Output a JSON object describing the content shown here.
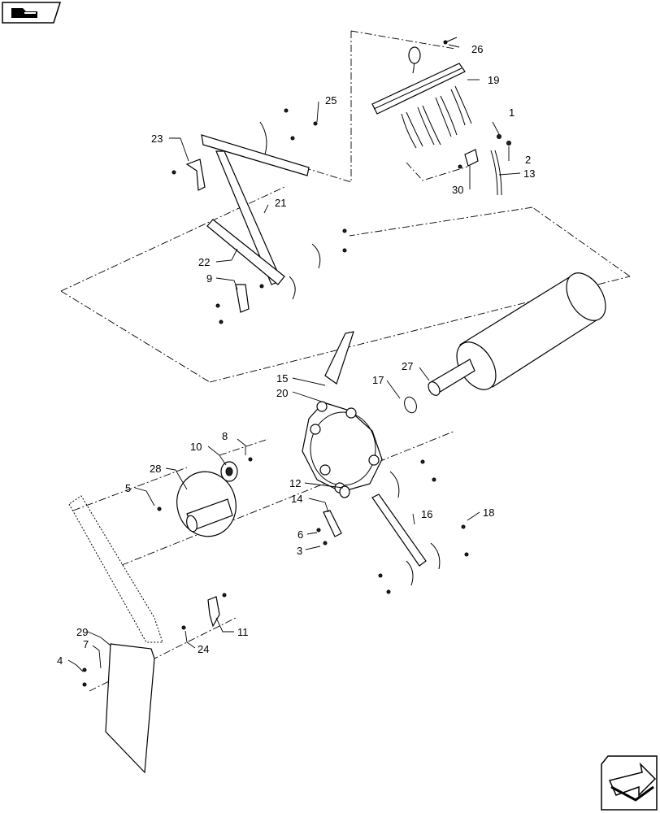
{
  "diagram": {
    "callouts": [
      {
        "id": "c1",
        "label": "1"
      },
      {
        "id": "c2",
        "label": "2"
      },
      {
        "id": "c3",
        "label": "3"
      },
      {
        "id": "c4",
        "label": "4"
      },
      {
        "id": "c5",
        "label": "5"
      },
      {
        "id": "c6",
        "label": "6"
      },
      {
        "id": "c7",
        "label": "7"
      },
      {
        "id": "c8",
        "label": "8"
      },
      {
        "id": "c9",
        "label": "9"
      },
      {
        "id": "c10",
        "label": "10"
      },
      {
        "id": "c11",
        "label": "11"
      },
      {
        "id": "c12",
        "label": "12"
      },
      {
        "id": "c13",
        "label": "13"
      },
      {
        "id": "c14",
        "label": "14"
      },
      {
        "id": "c15",
        "label": "15"
      },
      {
        "id": "c16",
        "label": "16"
      },
      {
        "id": "c17",
        "label": "17"
      },
      {
        "id": "c18",
        "label": "18"
      },
      {
        "id": "c19",
        "label": "19"
      },
      {
        "id": "c20",
        "label": "20"
      },
      {
        "id": "c21",
        "label": "21"
      },
      {
        "id": "c22",
        "label": "22"
      },
      {
        "id": "c23",
        "label": "23"
      },
      {
        "id": "c24",
        "label": "24"
      },
      {
        "id": "c25",
        "label": "25"
      },
      {
        "id": "c26",
        "label": "26"
      },
      {
        "id": "c27",
        "label": "27"
      },
      {
        "id": "c28",
        "label": "28"
      },
      {
        "id": "c29",
        "label": "29"
      },
      {
        "id": "c30",
        "label": "30"
      }
    ]
  },
  "nav": {
    "top_icon": "book-arrow-icon",
    "bottom_icon": "next-page-arrow-icon"
  }
}
